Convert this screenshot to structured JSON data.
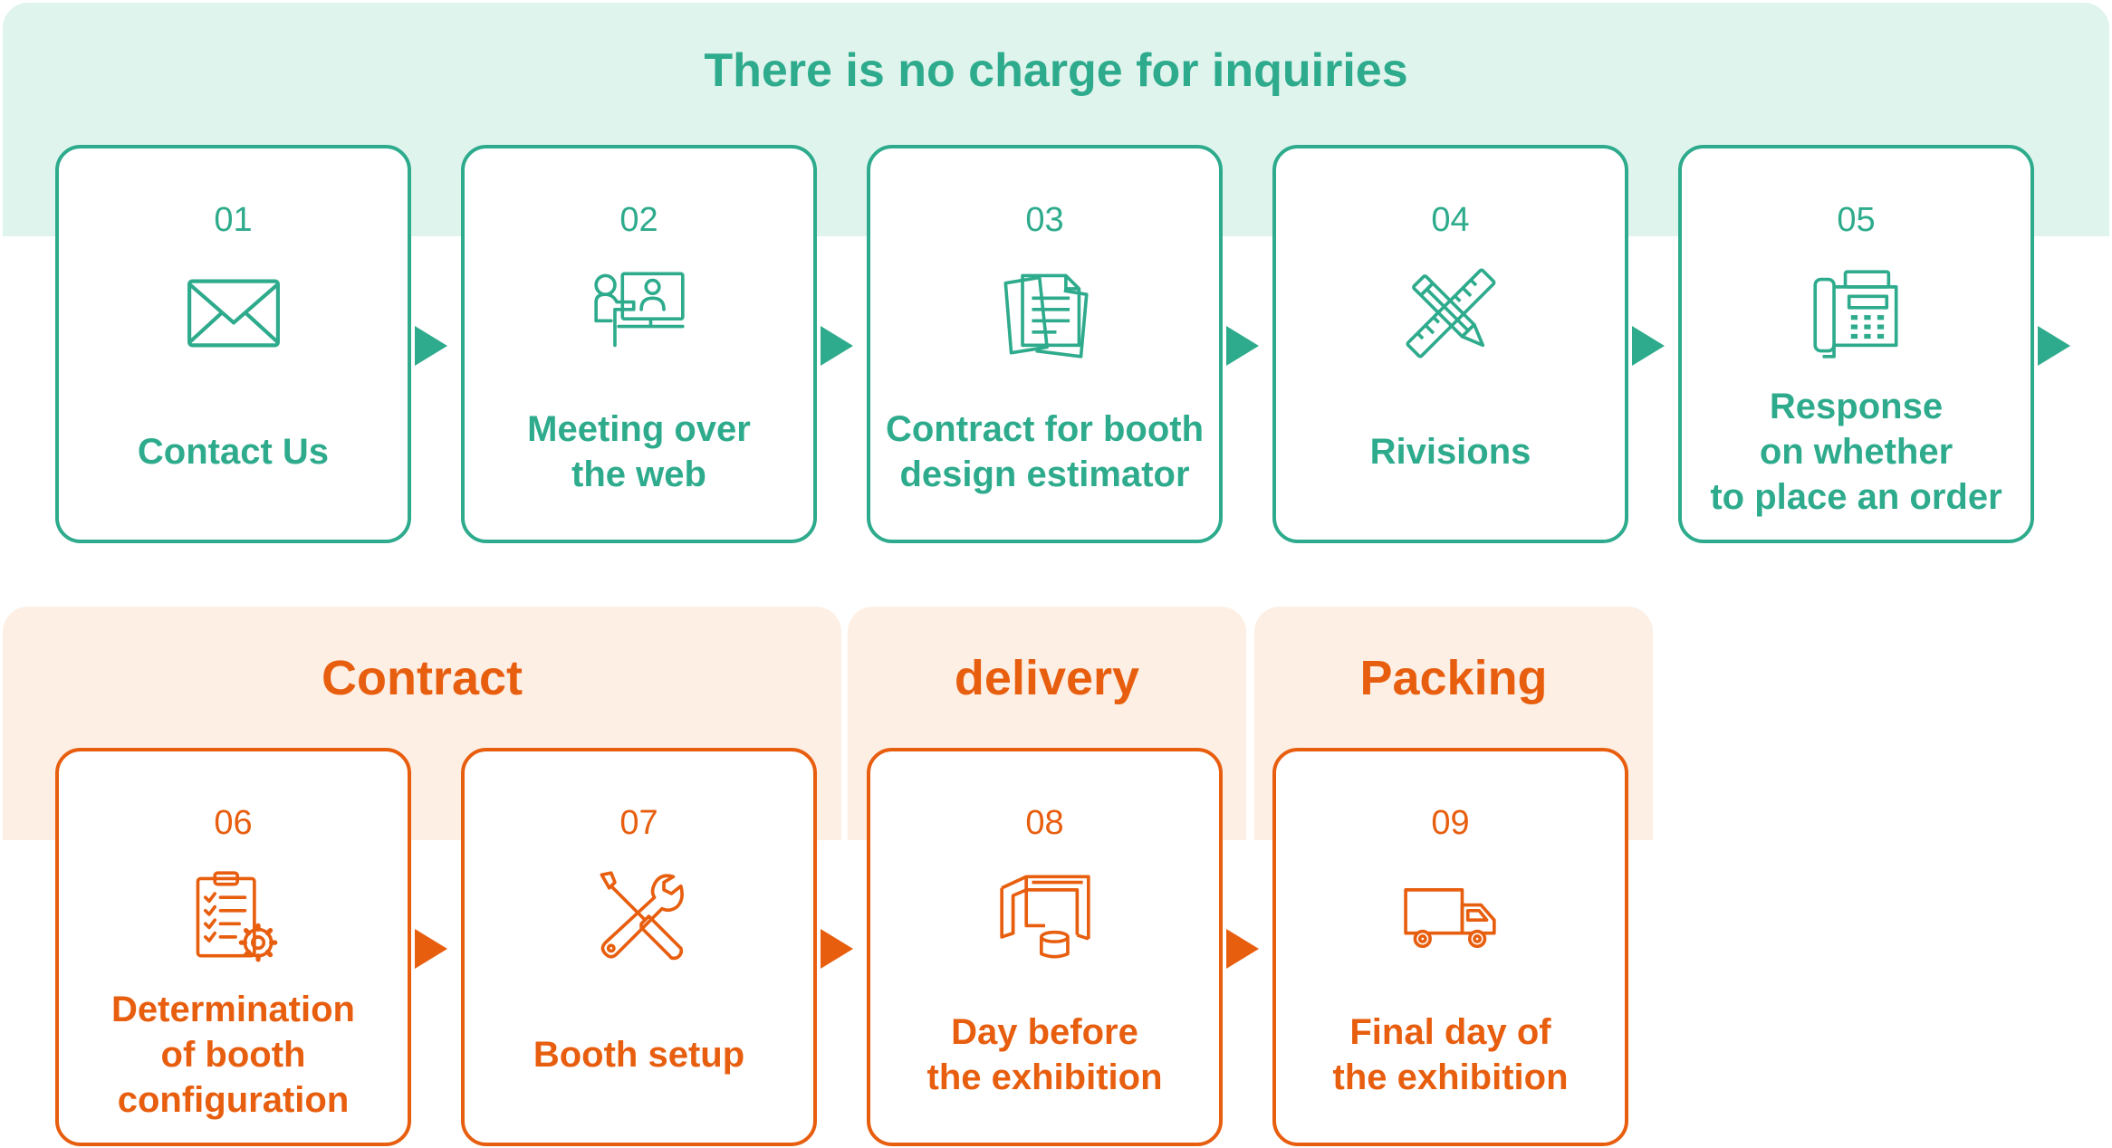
{
  "top_section": {
    "title": "There is no charge for inquiries"
  },
  "phases": [
    {
      "title": "Contract"
    },
    {
      "title": "delivery"
    },
    {
      "title": "Packing"
    }
  ],
  "steps": [
    {
      "number": "01",
      "label": "Contact Us",
      "icon": "envelope-icon"
    },
    {
      "number": "02",
      "label": "Meeting over\nthe web",
      "icon": "video-meeting-icon"
    },
    {
      "number": "03",
      "label": "Contract for booth\ndesign estimator",
      "icon": "documents-icon"
    },
    {
      "number": "04",
      "label": "Rivisions",
      "icon": "pencil-ruler-icon"
    },
    {
      "number": "05",
      "label": "Response\non whether\nto place an order",
      "icon": "telephone-icon"
    },
    {
      "number": "06",
      "label": "Determination\nof booth\nconfiguration",
      "icon": "clipboard-gear-icon"
    },
    {
      "number": "07",
      "label": "Booth setup",
      "icon": "tools-icon"
    },
    {
      "number": "08",
      "label": "Day before\nthe exhibition",
      "icon": "booth-icon"
    },
    {
      "number": "09",
      "label": "Final day of\nthe exhibition",
      "icon": "truck-icon"
    }
  ],
  "colors": {
    "green": "#2eab8c",
    "green_bg": "#e0f4ee",
    "orange": "#e85e0f",
    "orange_bg": "#fdefe4"
  }
}
